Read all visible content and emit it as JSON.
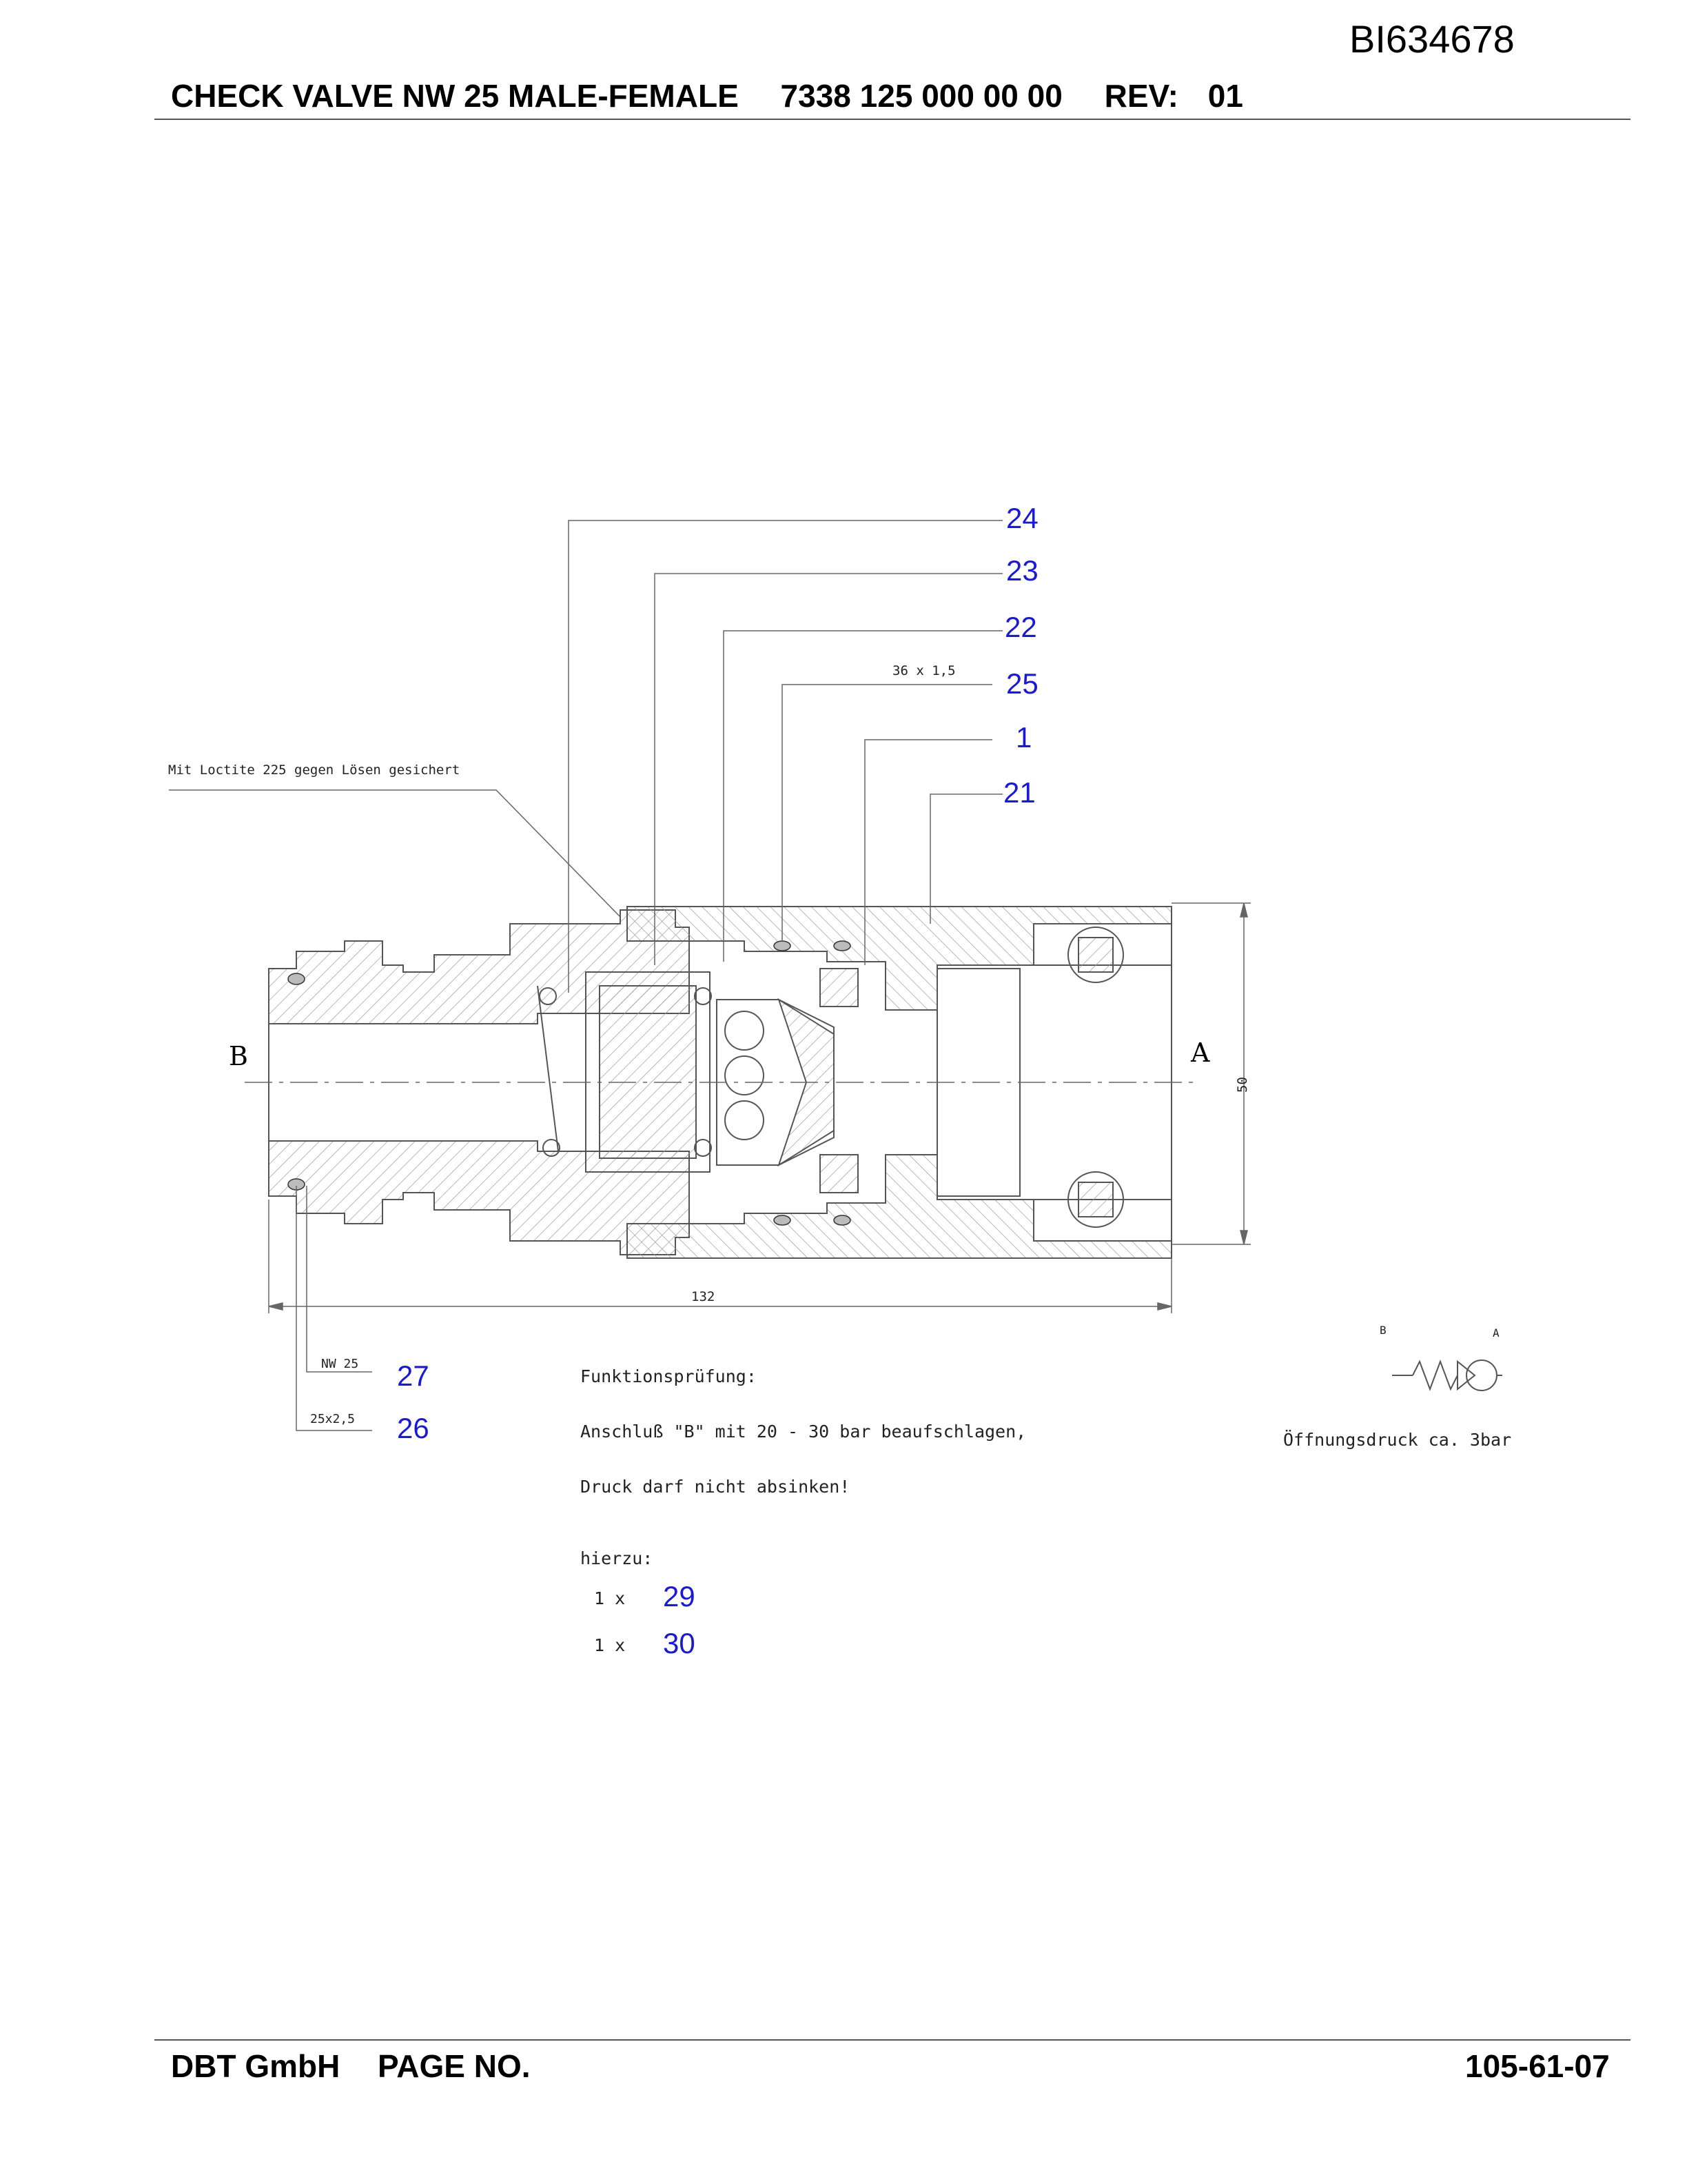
{
  "header": {
    "doc_id": "BI634678",
    "title": "CHECK VALVE NW 25 MALE-FEMALE",
    "part_number": "7338 125 000 00 00",
    "rev_label": "REV:",
    "rev_value": "01"
  },
  "drawing": {
    "note_loctite": "Mit Loctite 225 gegen Lösen gesichert",
    "thread_label": "36 x 1,5",
    "port_b": "B",
    "port_a": "A",
    "dim_length": "132",
    "dim_diameter": "50",
    "callouts": {
      "c24": "24",
      "c23": "23",
      "c22": "22",
      "c25": "25",
      "c1": "1",
      "c21": "21",
      "c27": "27",
      "c26": "26"
    },
    "label_nw25": "NW 25",
    "label_25x25": "25x2,5"
  },
  "notes": {
    "heading": "Funktionsprüfung:",
    "line1": "Anschluß \"B\" mit 20 - 30 bar beaufschlagen,",
    "line2": "Druck darf nicht absinken!",
    "hierzu": "hierzu:",
    "item1_qty": "1 x",
    "item1_ref": "29",
    "item2_qty": "1 x",
    "item2_ref": "30"
  },
  "symbol": {
    "label_b": "B",
    "label_a": "A",
    "opening_pressure": "Öffnungsdruck ca. 3bar"
  },
  "footer": {
    "company": "DBT GmbH",
    "page_label": "PAGE NO.",
    "page_number": "105-61-07"
  },
  "colors": {
    "callout": "#1a1ad4",
    "line": "#444444",
    "hatch": "#888888"
  }
}
